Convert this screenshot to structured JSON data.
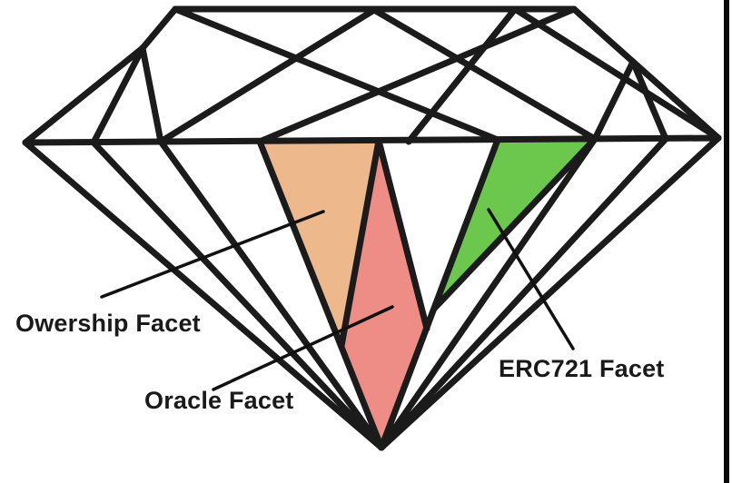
{
  "facets": {
    "ownership": {
      "label": "Owership Facet",
      "color": "#ecb88c"
    },
    "oracle": {
      "label": "Oracle Facet",
      "color": "#ed8d85"
    },
    "erc721": {
      "label": "ERC721 Facet",
      "color": "#6cc84c"
    }
  },
  "outline_color": "#1b1b1b",
  "leader_line_color": "#111111",
  "label_color": "#1a1a1a",
  "background_color": "#ffffff",
  "border_color": "#0a0a0a"
}
